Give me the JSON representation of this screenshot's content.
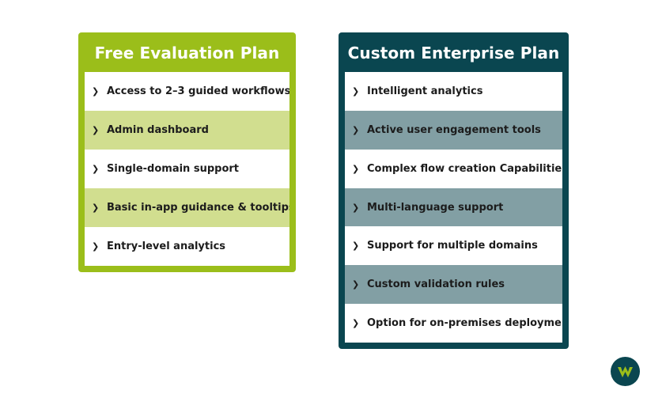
{
  "free_plan": {
    "title": "Free Evaluation Plan",
    "features": [
      "Access to 2–3 guided workflows",
      "Admin dashboard",
      "Single-domain support",
      "Basic in-app guidance & tooltips",
      "Entry-level analytics"
    ]
  },
  "enterprise_plan": {
    "title": "Custom Enterprise Plan",
    "features": [
      "Intelligent analytics",
      "Active user engagement tools",
      "Complex flow creation Capabilities",
      "Multi-language support",
      "Support for multiple domains",
      "Custom validation rules",
      "Option for on-premises deployment"
    ]
  },
  "icons": {
    "bullet": "chevron-right-icon",
    "logo": "brand-logo-icon"
  },
  "colors": {
    "free_accent": "#9bbe1a",
    "free_stripe": "#d1de8f",
    "enterprise_accent": "#0a4650",
    "enterprise_stripe": "#829fa4",
    "logo_mark": "#9bbe1a"
  }
}
